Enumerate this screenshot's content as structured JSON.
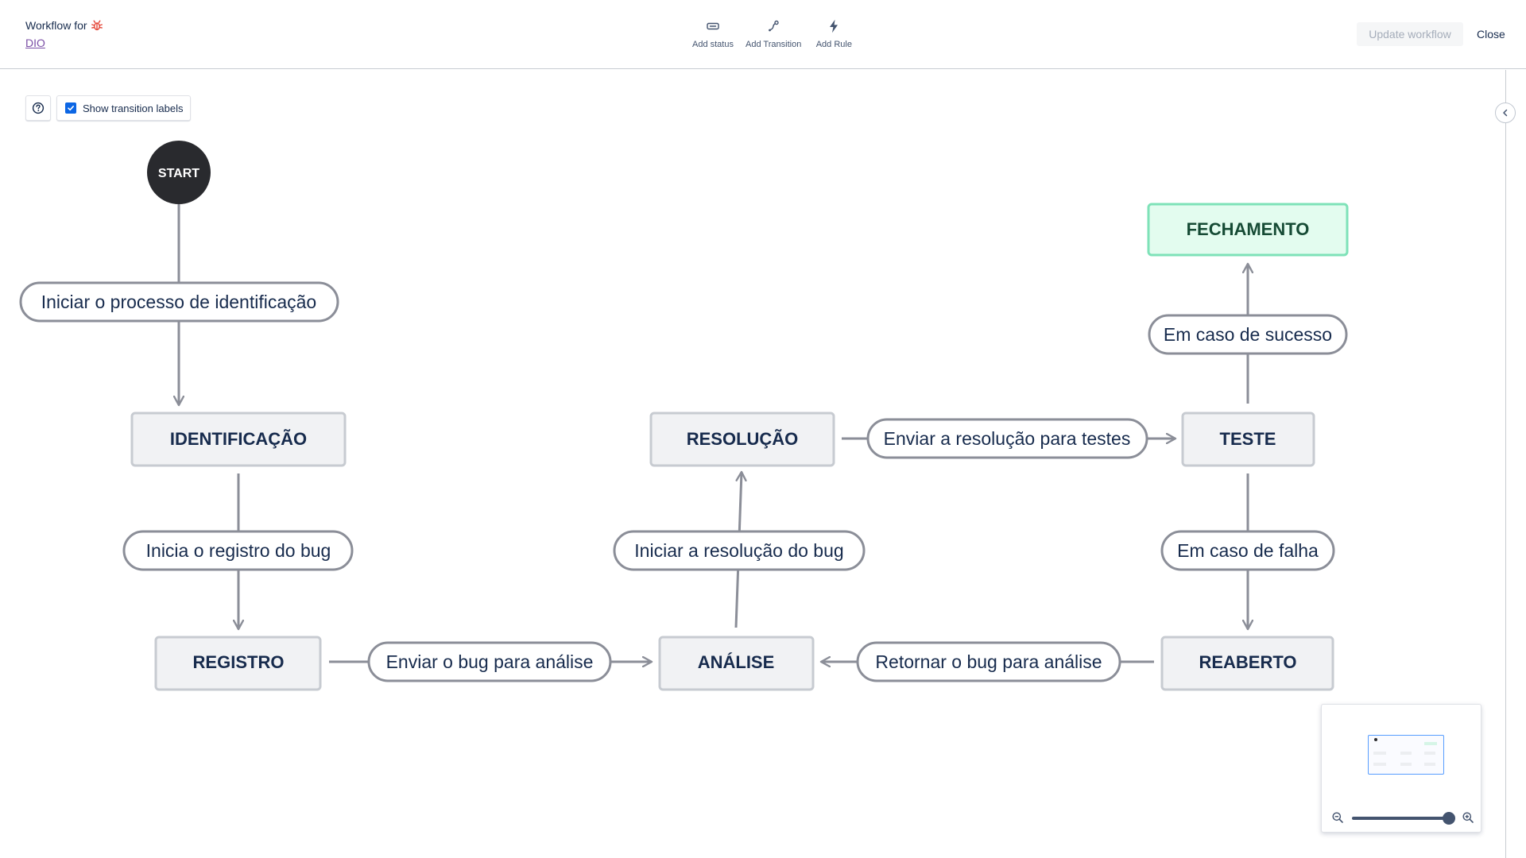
{
  "header": {
    "title": "Workflow for",
    "project_link": "DIO",
    "tools": [
      {
        "label": "Add status",
        "icon": "status-icon"
      },
      {
        "label": "Add Transition",
        "icon": "transition-icon"
      },
      {
        "label": "Add Rule",
        "icon": "lightning-icon"
      }
    ],
    "update_label": "Update workflow",
    "close_label": "Close"
  },
  "toolbar": {
    "help_icon": "help-icon",
    "show_labels": "Show transition labels",
    "show_labels_checked": true
  },
  "colors": {
    "start_fill": "#292a2e",
    "status_fill": "#f1f2f4",
    "status_stroke": "#c7cbd1",
    "done_fill": "#e3fcef",
    "done_stroke": "#7ee2b8",
    "edge": "#8b8e98",
    "accent": "#0c66e4"
  },
  "diagram": {
    "start": "START",
    "statuses": [
      {
        "id": "identificacao",
        "label": "IDENTIFICAÇÃO",
        "category": "todo"
      },
      {
        "id": "registro",
        "label": "REGISTRO",
        "category": "todo"
      },
      {
        "id": "analise",
        "label": "ANÁLISE",
        "category": "todo"
      },
      {
        "id": "resolucao",
        "label": "RESOLUÇÃO",
        "category": "todo"
      },
      {
        "id": "teste",
        "label": "TESTE",
        "category": "todo"
      },
      {
        "id": "reaberto",
        "label": "REABERTO",
        "category": "todo"
      },
      {
        "id": "fechamento",
        "label": "FECHAMENTO",
        "category": "done"
      }
    ],
    "transitions": [
      {
        "id": "t1",
        "label": "Iniciar o processo de identificação",
        "from": "start",
        "to": "identificacao"
      },
      {
        "id": "t2",
        "label": "Inicia o registro do bug",
        "from": "identificacao",
        "to": "registro"
      },
      {
        "id": "t3",
        "label": "Enviar o bug para análise",
        "from": "registro",
        "to": "analise"
      },
      {
        "id": "t4",
        "label": "Iniciar a resolução do bug",
        "from": "analise",
        "to": "resolucao"
      },
      {
        "id": "t5",
        "label": "Enviar a resolução para testes",
        "from": "resolucao",
        "to": "teste"
      },
      {
        "id": "t6",
        "label": "Em caso de sucesso",
        "from": "teste",
        "to": "fechamento"
      },
      {
        "id": "t7",
        "label": "Em caso de falha",
        "from": "teste",
        "to": "reaberto"
      },
      {
        "id": "t8",
        "label": "Retornar o bug para análise",
        "from": "reaberto",
        "to": "analise"
      }
    ]
  },
  "minimap": {
    "zoom": 0.95
  }
}
